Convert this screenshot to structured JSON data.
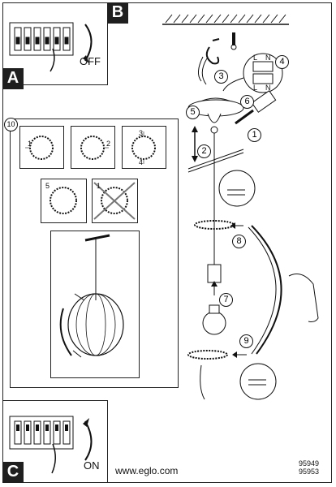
{
  "panels": {
    "a_tag": "A",
    "b_tag": "B",
    "c_tag": "C",
    "b_text": "OFF",
    "c_text": "ON"
  },
  "steps": [
    "1",
    "2",
    "3",
    "4",
    "5",
    "6",
    "7",
    "8",
    "9",
    "10"
  ],
  "small_labels": {
    "mark1": "1",
    "mark2": "2",
    "mark3": "3",
    "mark4": "4",
    "mark5": "5",
    "mark1b": "1"
  },
  "terminal": {
    "top_left": "L",
    "top_n": "N",
    "bottom_l": "L",
    "bottom_n": "N"
  },
  "footer": {
    "website": "www.eglo.com",
    "model1": "95949",
    "model2": "95953"
  }
}
